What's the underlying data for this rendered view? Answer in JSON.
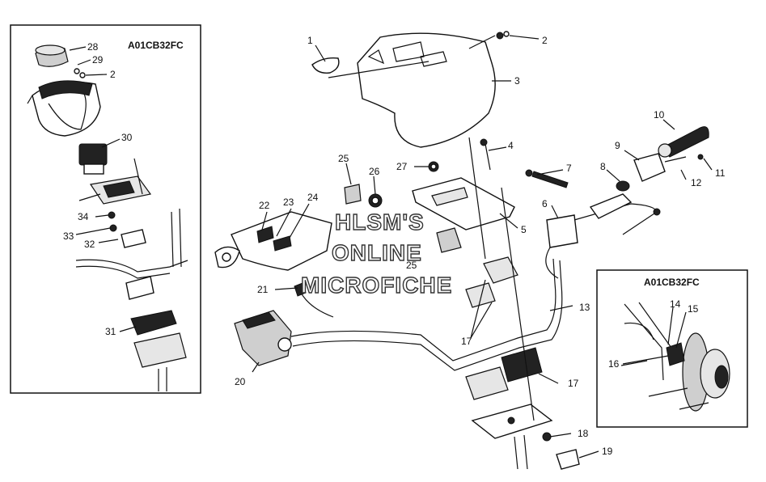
{
  "left_inset": {
    "title": "A01CB32FC",
    "callouts": [
      "28",
      "29",
      "2",
      "30",
      "34",
      "33",
      "32",
      "31"
    ]
  },
  "right_inset": {
    "title": "A01CB32FC",
    "callouts": [
      "14",
      "15",
      "16"
    ]
  },
  "main_callouts": [
    "1",
    "2",
    "3",
    "4",
    "5",
    "6",
    "7",
    "8",
    "9",
    "10",
    "11",
    "12",
    "13",
    "17",
    "17",
    "18",
    "19",
    "20",
    "21",
    "22",
    "23",
    "24",
    "25",
    "25",
    "26",
    "27"
  ],
  "watermark": {
    "line1": "HLSM'S",
    "line2": "ONLINE",
    "line3": "MICROFICHE"
  }
}
